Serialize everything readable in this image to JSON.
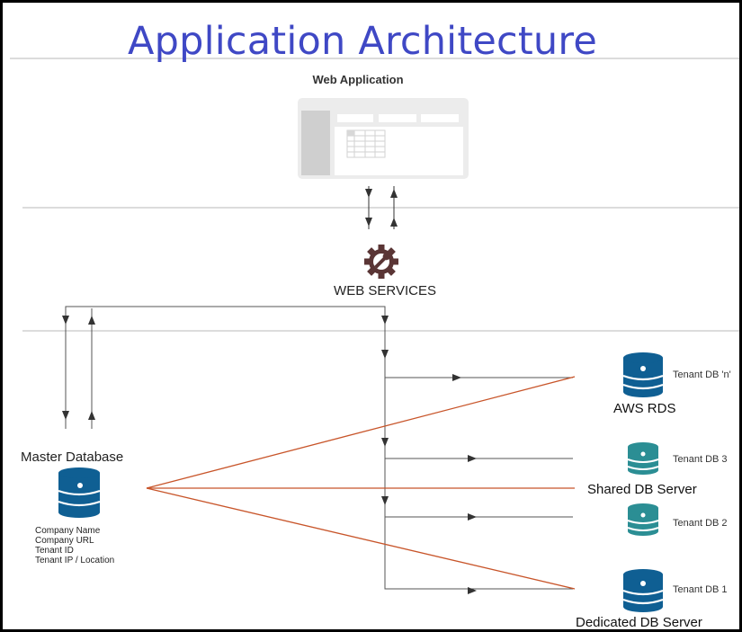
{
  "title": "Application Architecture",
  "web_application": {
    "label": "Web Application"
  },
  "web_services": {
    "label": "WEB SERVICES"
  },
  "master_database": {
    "label": "Master Database",
    "fields": [
      "Company Name",
      "Company URL",
      "Tenant ID",
      "Tenant IP / Location"
    ]
  },
  "servers": {
    "aws": "AWS RDS",
    "shared": "Shared DB Server",
    "dedicated": "Dedicated DB Server"
  },
  "tenants": {
    "n": "Tenant DB 'n'",
    "t3": "Tenant DB 3",
    "t2": "Tenant DB 2",
    "t1": "Tenant DB 1"
  },
  "colors": {
    "title": "#3f48c5",
    "db_blue": "#0f5f93",
    "db_teal": "#2b8e94",
    "gear": "#5a3535",
    "route_line": "#c8552a",
    "mockup": "#e2e2e2"
  },
  "icons": [
    "browser-window-icon",
    "gear-wrench-icon",
    "database-icon"
  ]
}
